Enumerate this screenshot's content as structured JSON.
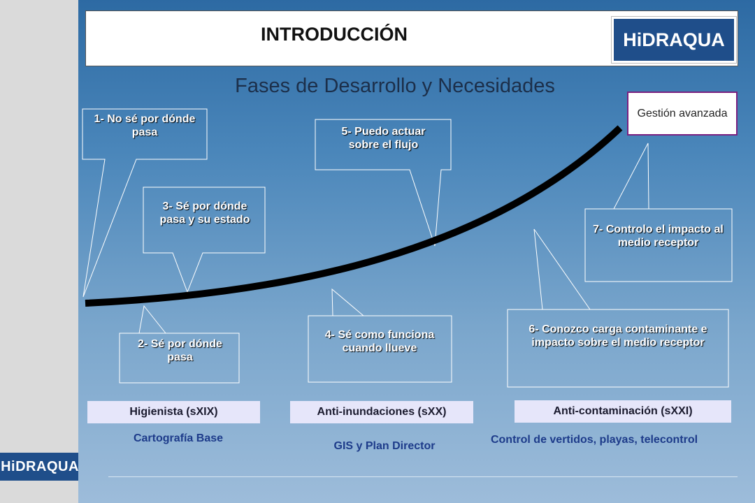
{
  "header": {
    "title": "INTRODUCCIÓN",
    "logo_text": "HiDRAQUA"
  },
  "sidebar": {
    "logo_text": "HiDRAQUA"
  },
  "subtitle": "Fases de Desarrollo y Necesidades",
  "goal": "Gestión avanzada",
  "phases": [
    {
      "label": "1- No sé por dónde pasa"
    },
    {
      "label": "2- Sé por dónde pasa"
    },
    {
      "label": "3- Sé por dónde pasa y su estado"
    },
    {
      "label": "4- Sé como funciona cuando llueve"
    },
    {
      "label": "5- Puedo actuar sobre el flujo"
    },
    {
      "label": "6- Conozco carga contaminante e impacto sobre el medio receptor"
    },
    {
      "label": "7- Controlo el impacto al medio receptor"
    }
  ],
  "eras": [
    {
      "label": "Higienista (sXIX)",
      "tool": "Cartografía Base"
    },
    {
      "label": "Anti-inundaciones (sXX)",
      "tool": "GIS y Plan Director"
    },
    {
      "label": "Anti-contaminación (sXXI)",
      "tool": "Control de vertidos, playas, telecontrol"
    }
  ],
  "colors": {
    "logo_blue": "#1f4e8a",
    "era_box": "#e6e6fa",
    "tool_text": "#1d3b8a",
    "goal_border": "#7a2080",
    "curve": "#000000"
  }
}
